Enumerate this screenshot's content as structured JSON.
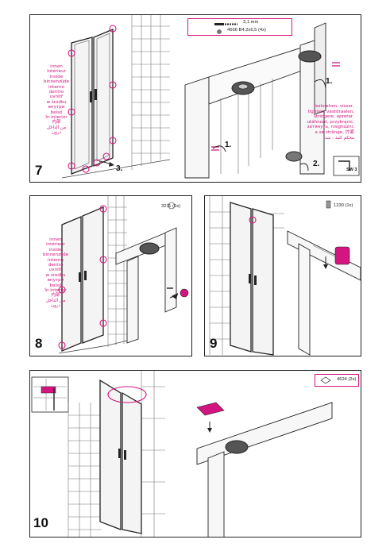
{
  "step7": {
    "number": "7",
    "interior_words": [
      "innen",
      "intérieur",
      "inside",
      "binnenzijde",
      "interno",
      "dentro",
      "uvnitř",
      "w środku",
      "внутри",
      "belső",
      "în interior",
      "内部",
      "من الداخل",
      "درون"
    ],
    "hardware": {
      "drill_label": "3,1 mm",
      "screw_label": "4666 B4,2x6,5 (4x)"
    },
    "tighten_words": [
      "festziehen, visser,",
      "tighten, vastdraaien,",
      "stringere, apretar,",
      "utáhnout, przykręcić,",
      "затянуть, meghúzni,",
      "a se strânge, 拧紧",
      "محکم کنید ، شد"
    ],
    "callouts": [
      "1.",
      "1.",
      "2.",
      "3."
    ],
    "tool_label": "SW 3"
  },
  "step8": {
    "number": "8",
    "interior_words": [
      "innen",
      "intérieur",
      "inside",
      "binnenzijde",
      "interno",
      "dentro",
      "uvnitř",
      "w środku",
      "внутри",
      "belső",
      "în interior",
      "内部",
      "من الداخل",
      "درون"
    ],
    "part_label": "3211 (6x)"
  },
  "step9": {
    "number": "9",
    "part_label": "1230 (1x)"
  },
  "step10": {
    "number": "10",
    "part_label": "4624 (2x)"
  },
  "colors": {
    "accent": "#d4157f",
    "line": "#222222"
  }
}
